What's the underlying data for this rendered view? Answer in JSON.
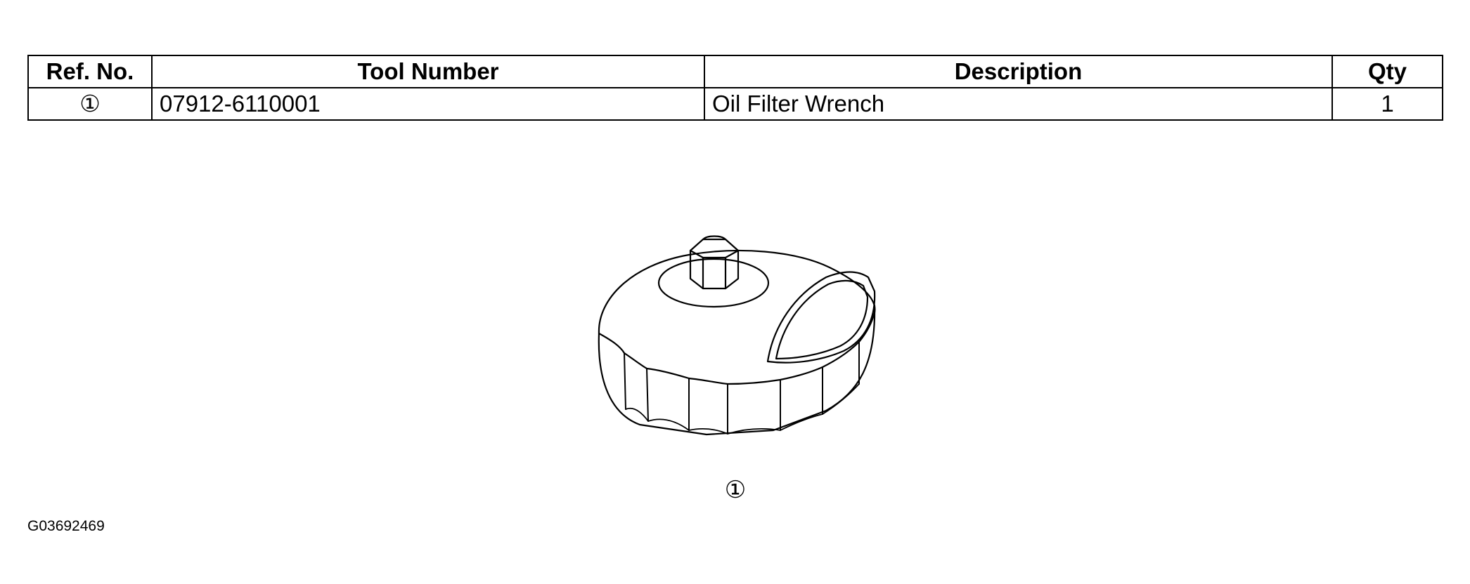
{
  "table": {
    "headers": {
      "ref_no": "Ref. No.",
      "tool_number": "Tool Number",
      "description": "Description",
      "qty": "Qty"
    },
    "rows": [
      {
        "ref_no": "①",
        "tool_number": "07912-6110001",
        "description": "Oil Filter Wrench",
        "qty": "1"
      }
    ]
  },
  "figure": {
    "icon": "oil-filter-wrench-illustration",
    "callout": "①",
    "id": "G03692469"
  }
}
